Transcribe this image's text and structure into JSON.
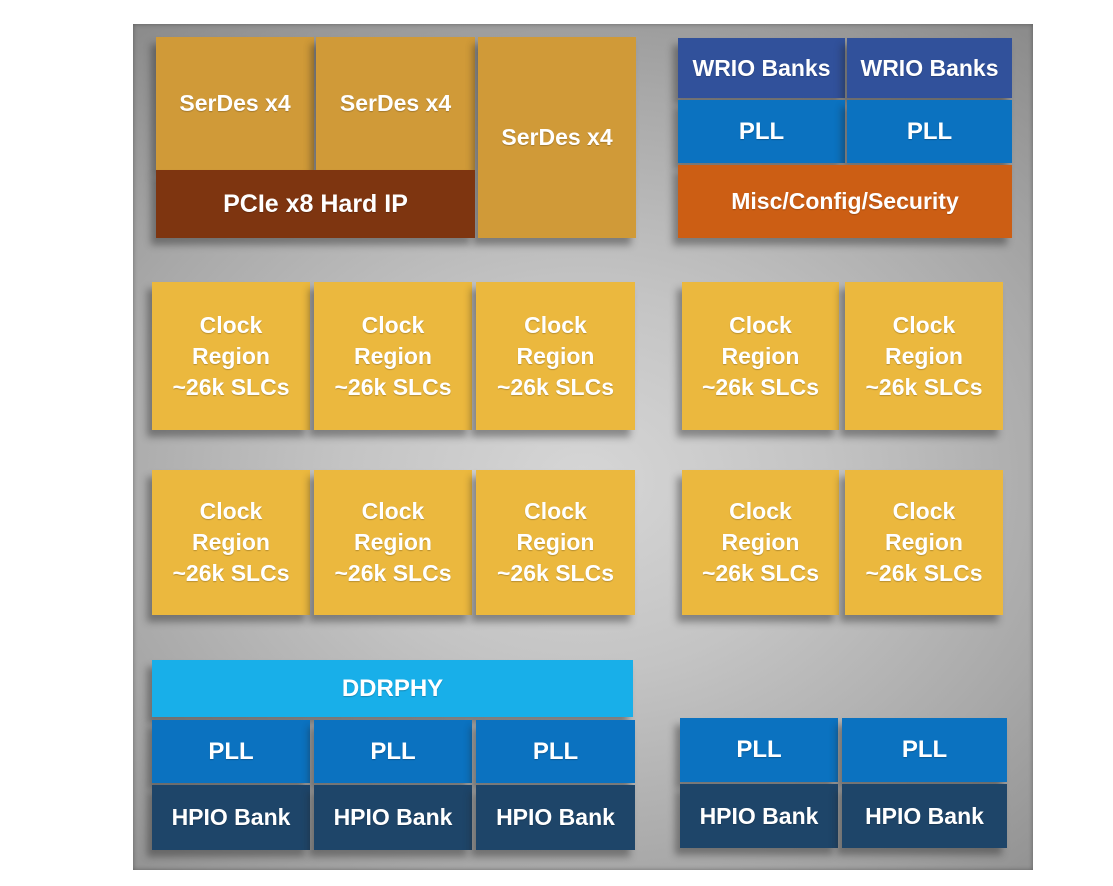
{
  "palette": {
    "page_background": "#FFFFFF",
    "die_center": "#D6D6D6",
    "die_edge": "#7D7D7D",
    "serdes": "#D09A38",
    "pcie": "#7E3510",
    "wrio": "#31519B",
    "pll": "#0B72C0",
    "misc": "#CC5E14",
    "clock_region": "#EBB83E",
    "ddrphy": "#18AFE9",
    "hpio": "#1E4569",
    "label": "#FFFFFF"
  },
  "labels": {
    "serdes": "SerDes x4",
    "pcie": "PCIe x8 Hard IP",
    "wrio": "WRIO Banks",
    "pll": "PLL",
    "misc": "Misc/Config/Security",
    "clock_region": "Clock\nRegion\n~26k SLCs",
    "ddrphy": "DDRPHY",
    "hpio": "HPIO Bank"
  },
  "structure": {
    "serdes_block_count": 3,
    "wrio_bank_block_count": 2,
    "top_right_pll_count": 2,
    "misc_block_count": 1,
    "clock_region_rows": 2,
    "clock_region_left_columns": 3,
    "clock_region_right_columns": 2,
    "clock_region_total": 10,
    "ddrphy_count": 1,
    "bottom_left_pll_count": 3,
    "bottom_left_hpio_count": 3,
    "bottom_right_pll_count": 2,
    "bottom_right_hpio_count": 2
  }
}
